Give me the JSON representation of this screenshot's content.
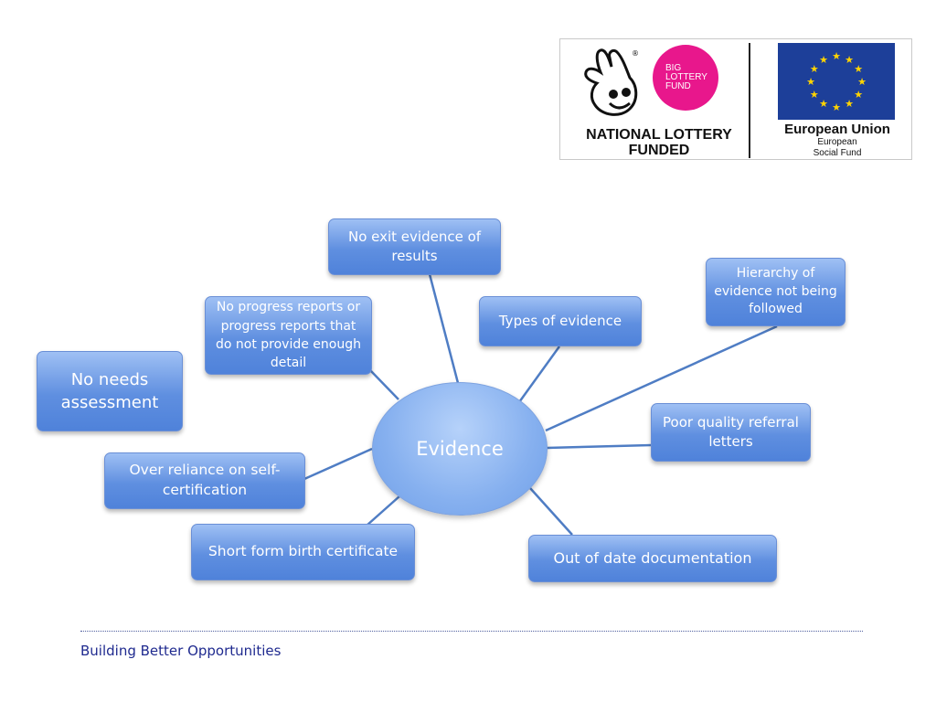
{
  "header": {
    "logo": {
      "national_lottery_text": "NATIONAL LOTTERY FUNDED",
      "big_lottery_lines": [
        "BIG",
        "LOTTERY",
        "FUND"
      ],
      "eu_title": "European Union",
      "eu_subtitle_line1": "European",
      "eu_subtitle_line2": "Social Fund",
      "brand_pink": "#e8178c",
      "eu_blue": "#1d3f99",
      "eu_star_color": "#ffd400"
    }
  },
  "diagram": {
    "center_label": "Evidence",
    "nodes": [
      {
        "id": "no-exit-evidence",
        "label": "No exit evidence of results"
      },
      {
        "id": "hierarchy-not-followed",
        "label": "Hierarchy of evidence not being followed"
      },
      {
        "id": "no-progress-reports",
        "label": "No progress reports or progress reports that do not provide enough detail"
      },
      {
        "id": "types-of-evidence",
        "label": "Types of evidence"
      },
      {
        "id": "no-needs-assessment",
        "label": "No needs assessment"
      },
      {
        "id": "poor-quality-referral",
        "label": "Poor quality referral letters"
      },
      {
        "id": "over-reliance-self-cert",
        "label": "Over reliance on self-certification"
      },
      {
        "id": "short-form-birth-cert",
        "label": "Short form birth certificate"
      },
      {
        "id": "out-of-date-docs",
        "label": "Out of date documentation"
      }
    ],
    "colors": {
      "node_fill": "#5f8fe0",
      "connector": "#4f7dc4"
    }
  },
  "footer": {
    "text": "Building Better Opportunities"
  }
}
